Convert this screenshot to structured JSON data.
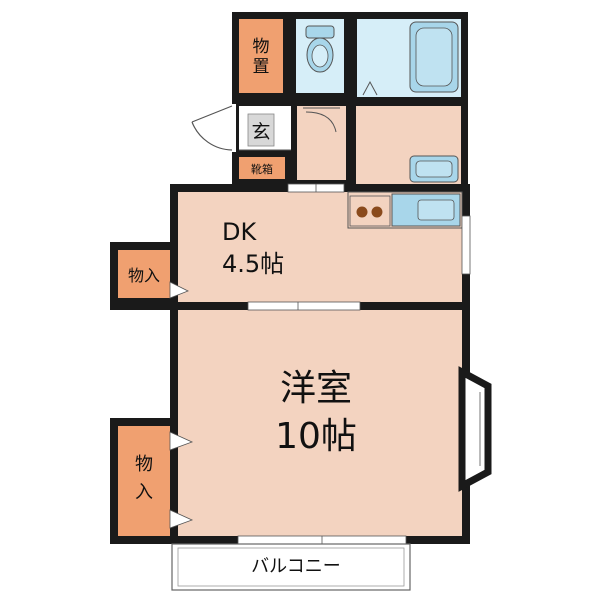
{
  "colors": {
    "wall": "#1a1a1a",
    "room_fill": "#f3d3c0",
    "storage_fill": "#f0a070",
    "bath_fill": "#d6eef8",
    "fixture_fill": "#a8d6ea",
    "entry_fill": "#ffffff",
    "stove_burner": "#8a4a1c",
    "balcony_fill": "#ffffff"
  },
  "icons": [
    "toilet-icon",
    "bathtub-icon",
    "washbasin-icon",
    "kitchen-sink-icon",
    "stove-icon",
    "door-swing-icon"
  ],
  "rooms": {
    "storage_top": {
      "label_line1": "物",
      "label_line2": "置"
    },
    "entrance": {
      "label": "玄"
    },
    "shoe_box": {
      "label": "靴箱"
    },
    "dk": {
      "label_line1": "DK",
      "label_line2": "4.5帖"
    },
    "closet_dk": {
      "label": "物入"
    },
    "western_room": {
      "label_line1": "洋室",
      "label_line2": "10帖"
    },
    "closet_western": {
      "label_line1": "物",
      "label_line2": "入"
    },
    "balcony": {
      "label": "バルコニー"
    }
  }
}
